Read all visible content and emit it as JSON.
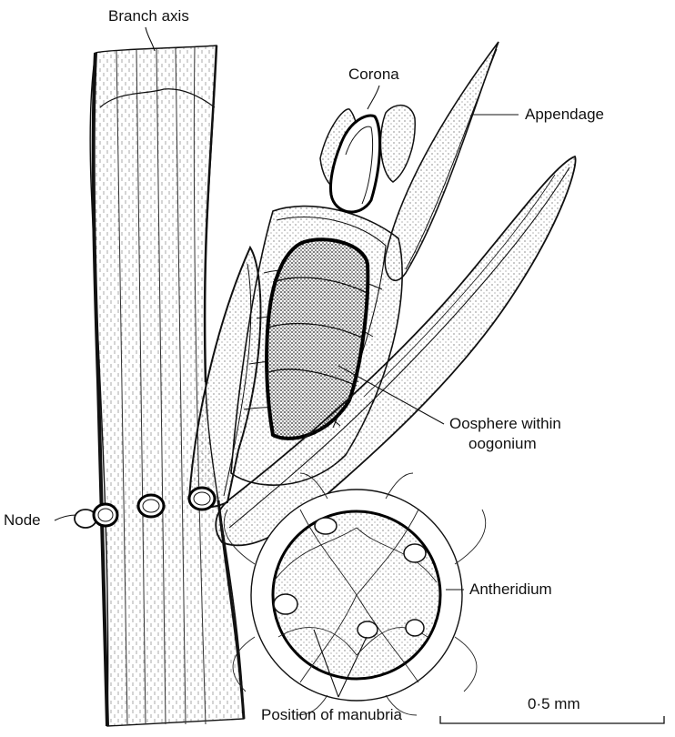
{
  "labels": {
    "branch_axis": "Branch axis",
    "corona": "Corona",
    "appendage": "Appendage",
    "oosphere_line1": "Oosphere within",
    "oosphere_line2": "oogonium",
    "node": "Node",
    "antheridium": "Antheridium",
    "manubria": "Position of manubria",
    "scale": "0·5 mm"
  },
  "colors": {
    "ink": "#111111",
    "paper": "#ffffff",
    "stipple": "#444444"
  }
}
